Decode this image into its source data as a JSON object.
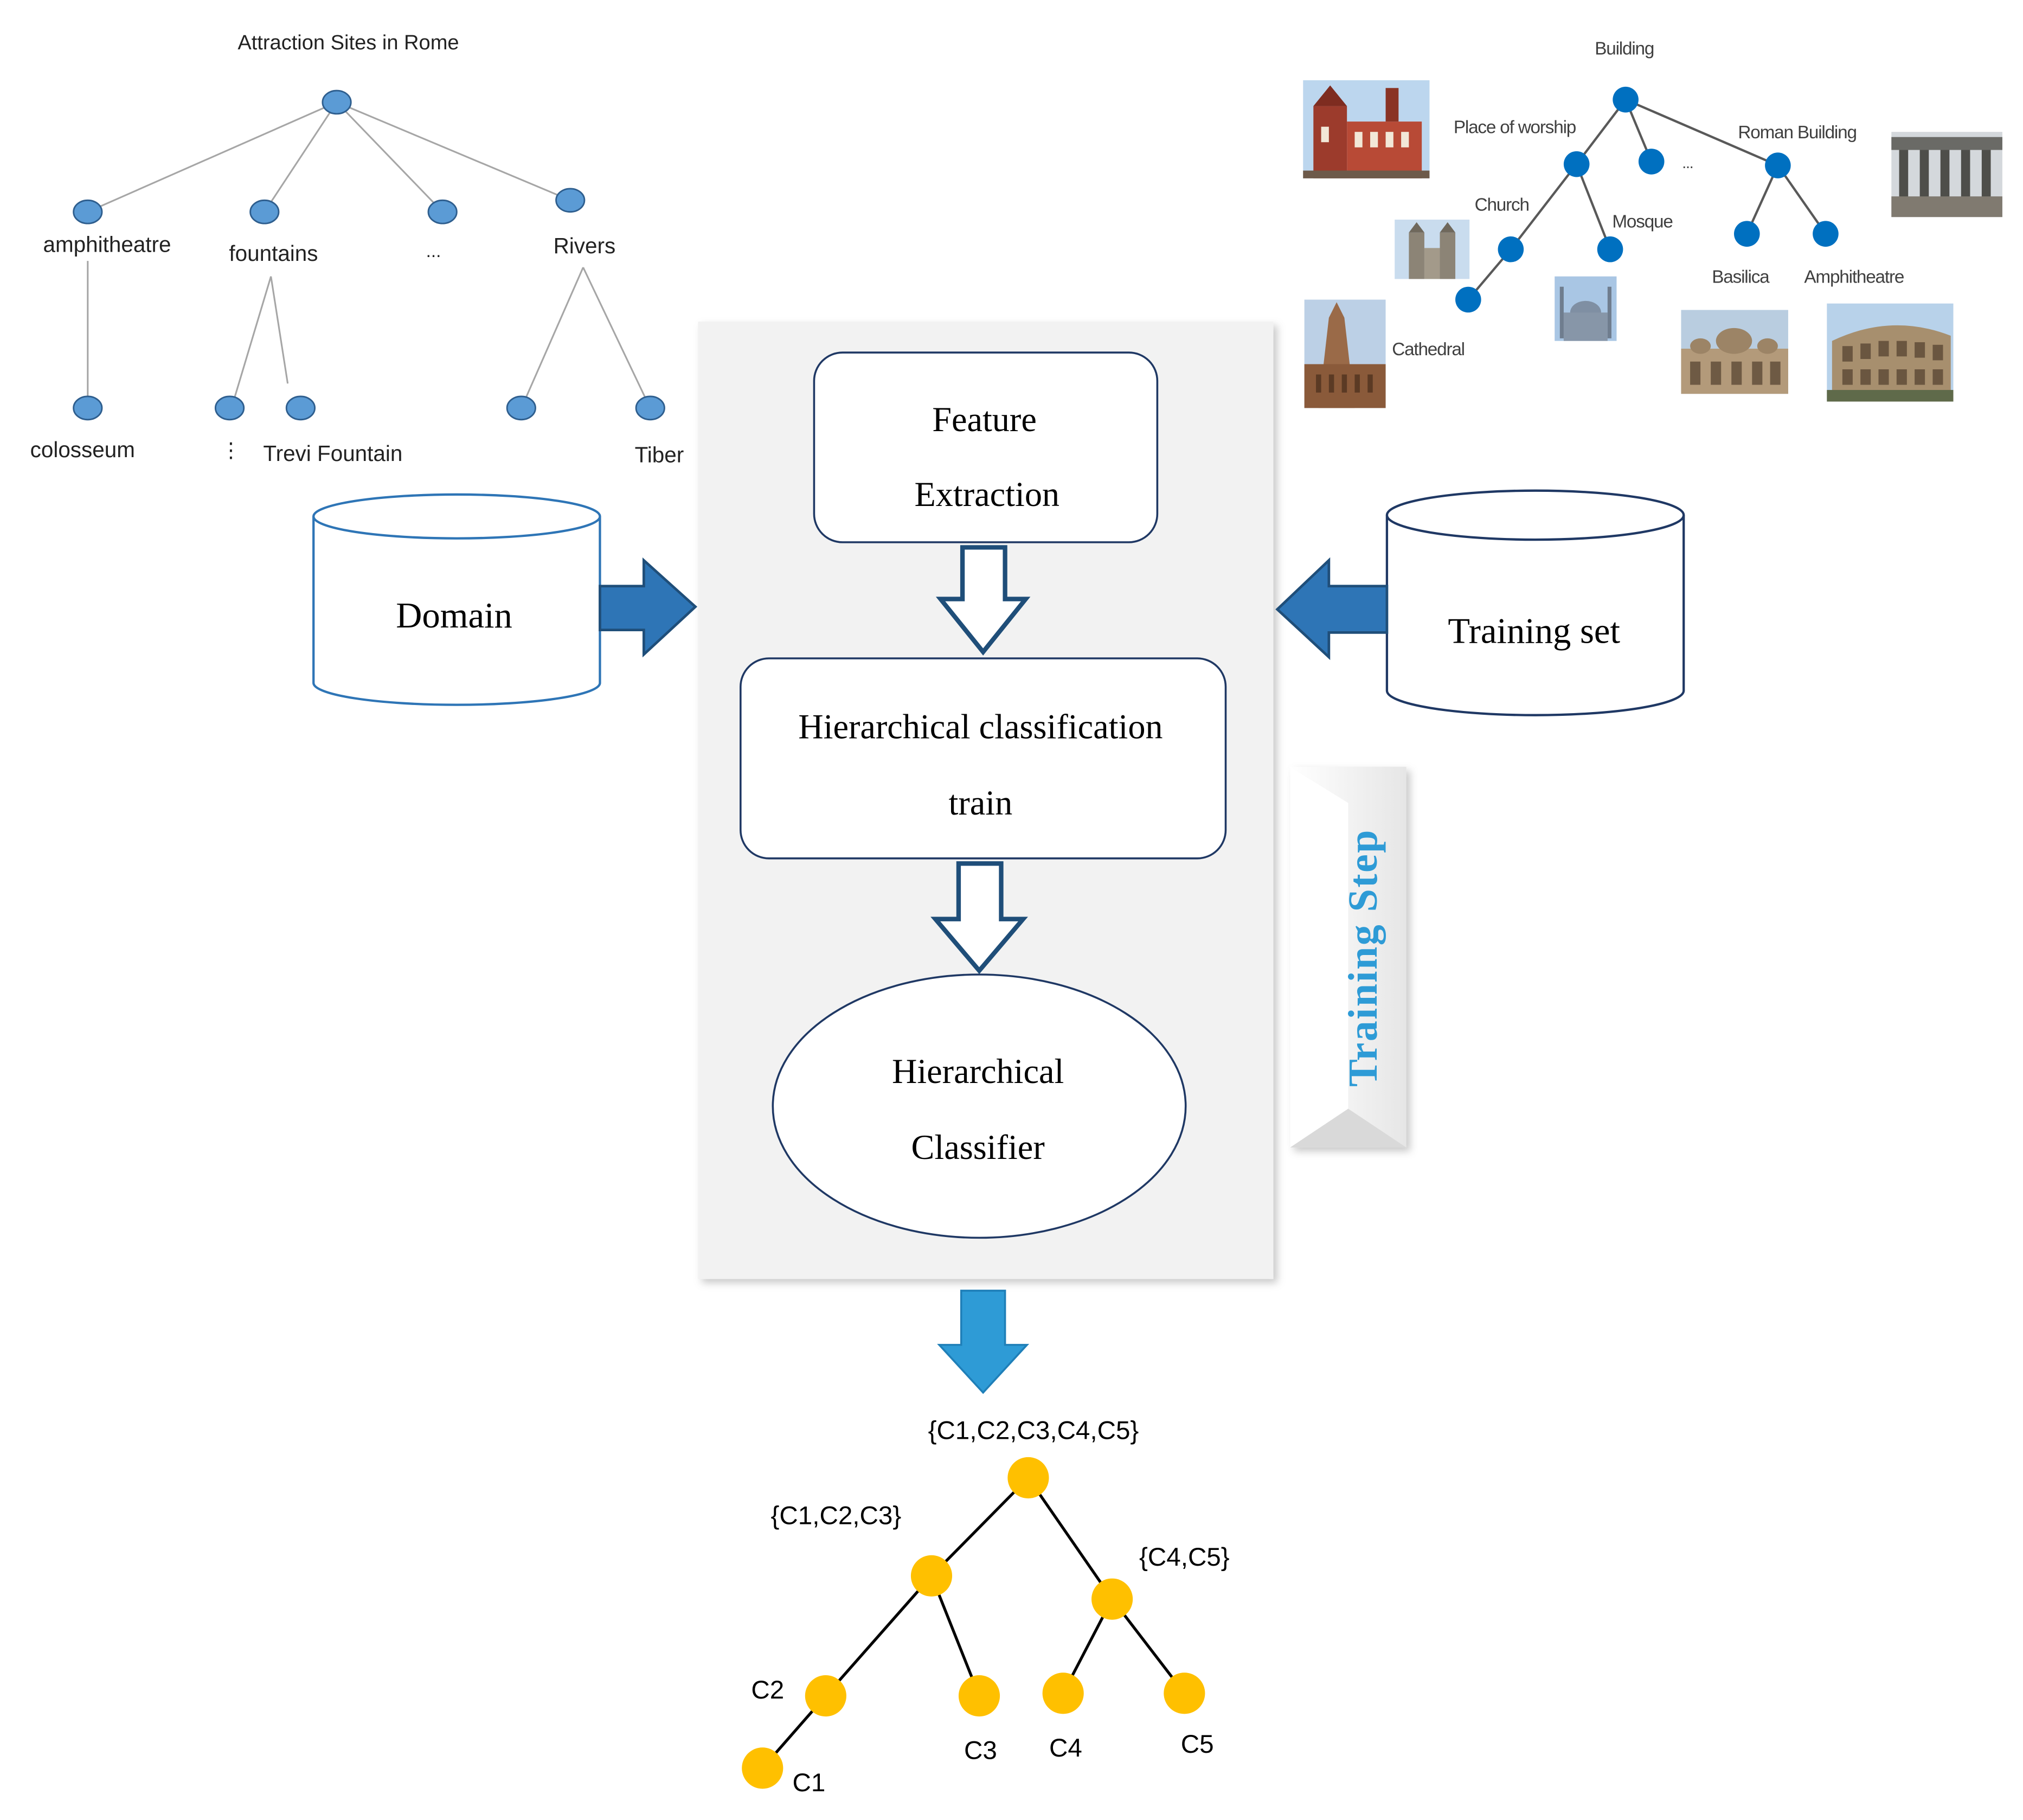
{
  "rome_tree": {
    "root": "Attraction Sites in Rome",
    "amphitheatre": "amphitheatre",
    "fountains": "fountains",
    "ellipsis": "...",
    "rivers": "Rivers",
    "colosseum": "colosseum",
    "vdots": "⋮",
    "trevi": "Trevi Fountain",
    "tiber": "Tiber"
  },
  "building_tree": {
    "root": "Building",
    "place_of_worship": "Place of worship",
    "ellipsis": "...",
    "roman_building": "Roman Building",
    "church": "Church",
    "mosque": "Mosque",
    "cathedral": "Cathedral",
    "basilica": "Basilica",
    "amphitheatre": "Amphitheatre"
  },
  "center": {
    "feature_line1": "Feature",
    "feature_line2": "Extraction",
    "hier_train_line1": "Hierarchical classification",
    "hier_train_line2": "train",
    "classifier_line1": "Hierarchical",
    "classifier_line2": "Classifier",
    "training_step": "Training Step"
  },
  "inputs": {
    "domain": "Domain",
    "training_set": "Training set"
  },
  "output_tree": {
    "root": "{C1,C2,C3,C4,C5}",
    "left": "{C1,C2,C3}",
    "right": "{C4,C5}",
    "c1": "C1",
    "c2": "C2",
    "c3": "C3",
    "c4": "C4",
    "c5": "C5"
  },
  "colors": {
    "blue_node": "#5b9bd5",
    "blue_node_dark": "#0070c0",
    "arrow_blue": "#2e75b6",
    "arrow_light": "#2e9bd6",
    "yellow_node": "#ffc000",
    "panel": "#f2f2f2"
  }
}
